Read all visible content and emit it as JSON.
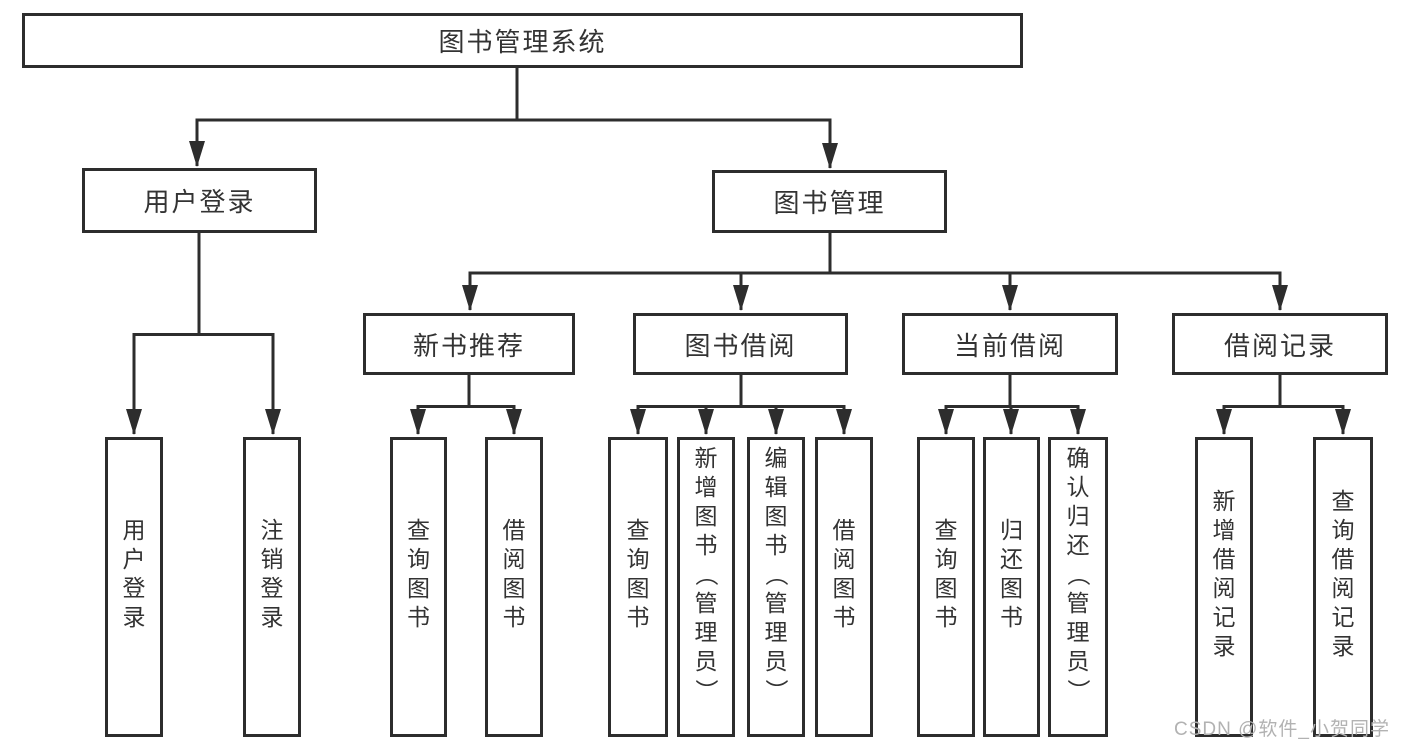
{
  "tree": {
    "label": "图书管理系统",
    "children": [
      {
        "label": "用户登录",
        "children": [
          {
            "label": "用户登录"
          },
          {
            "label": "注销登录"
          }
        ]
      },
      {
        "label": "图书管理",
        "children": [
          {
            "label": "新书推荐",
            "children": [
              {
                "label": "查询图书"
              },
              {
                "label": "借阅图书"
              }
            ]
          },
          {
            "label": "图书借阅",
            "children": [
              {
                "label": "查询图书"
              },
              {
                "label": "新增图书（管理员）"
              },
              {
                "label": "编辑图书（管理员）"
              },
              {
                "label": "借阅图书"
              }
            ]
          },
          {
            "label": "当前借阅",
            "children": [
              {
                "label": "查询图书"
              },
              {
                "label": "归还图书"
              },
              {
                "label": "确认归还（管理员）"
              }
            ]
          },
          {
            "label": "借阅记录",
            "children": [
              {
                "label": "新增借阅记录"
              },
              {
                "label": "查询借阅记录"
              }
            ]
          }
        ]
      }
    ]
  },
  "watermark": {
    "text": "CSDN @软件_小贺同学"
  },
  "colors": {
    "line": "#2d2d2d",
    "text": "#333333",
    "box_background": "#ffffff",
    "page_background": "#ffffff",
    "watermark": "#b2b2b2"
  }
}
